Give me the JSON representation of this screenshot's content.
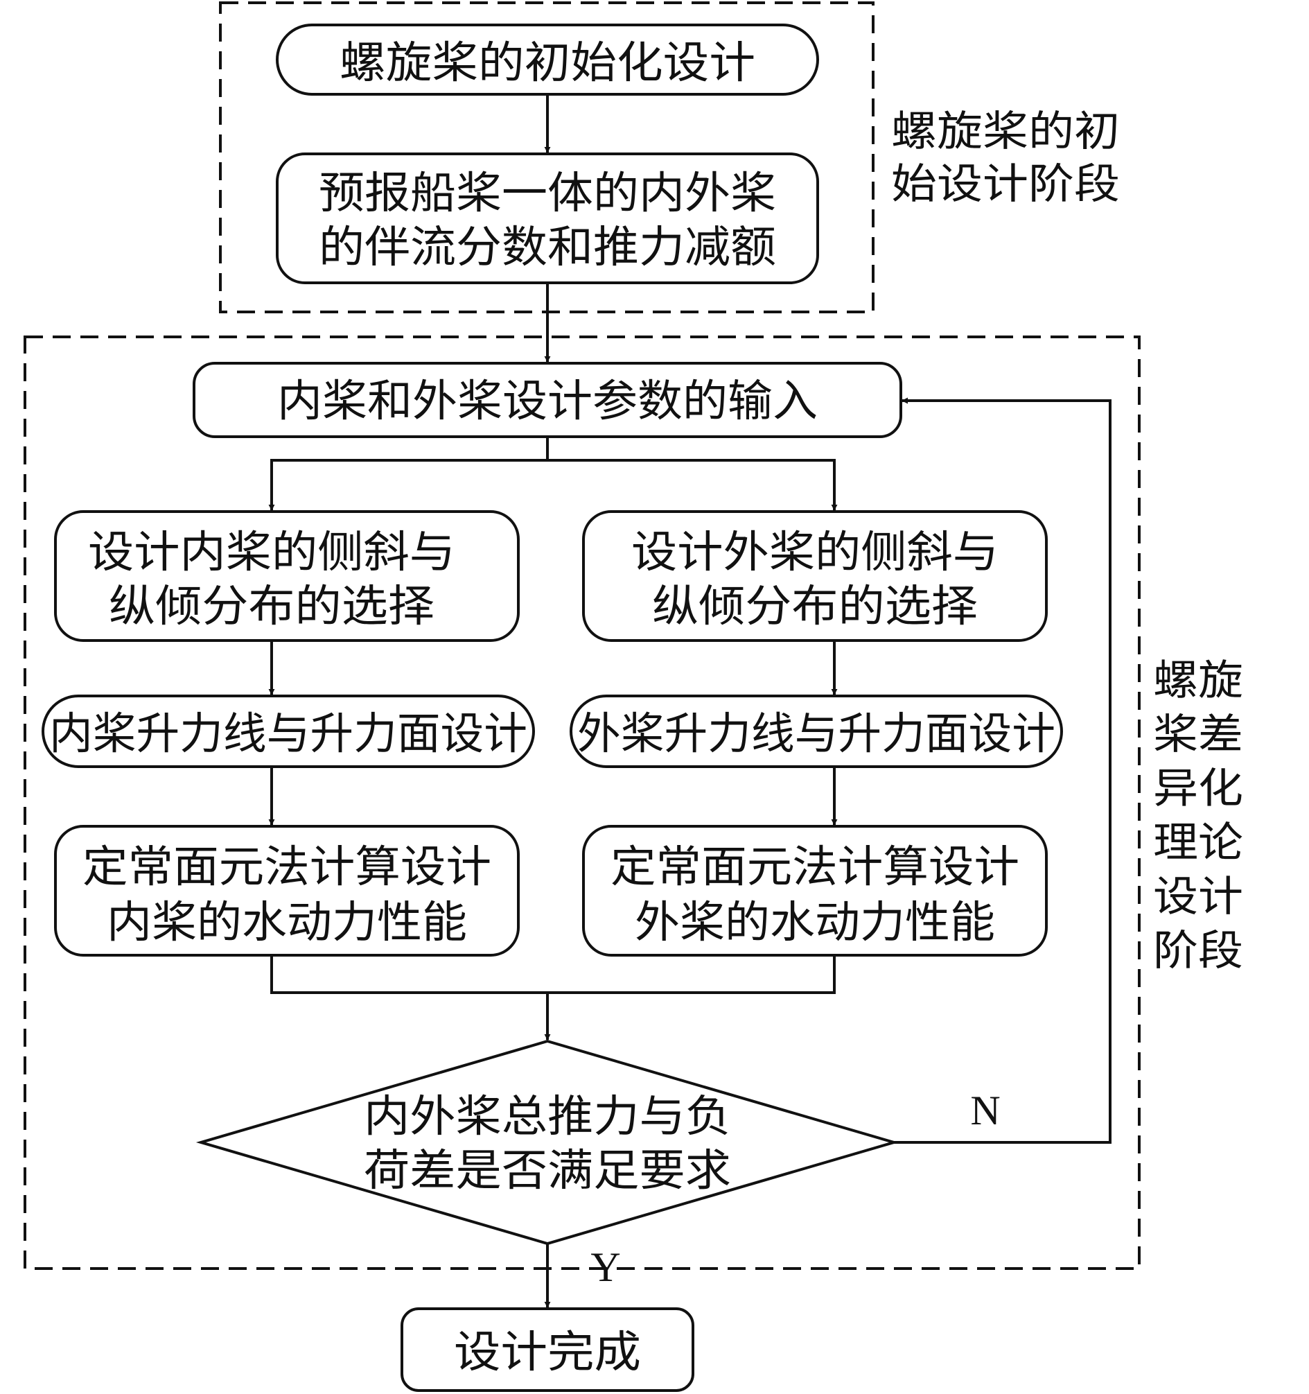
{
  "nodes": {
    "init_design": "螺旋桨的初始化设计",
    "predict_line1": "预报船桨一体的内外桨",
    "predict_line2": "的伴流分数和推力减额",
    "input_params": "内桨和外桨设计参数的输入",
    "inner_skew_line1": "设计内桨的侧斜与",
    "inner_skew_line2": "纵倾分布的选择",
    "outer_skew_line1": "设计外桨的侧斜与",
    "outer_skew_line2": "纵倾分布的选择",
    "inner_lifting": "内桨升力线与升力面设计",
    "outer_lifting": "外桨升力线与升力面设计",
    "inner_panel_line1": "定常面元法计算设计",
    "inner_panel_line2": "内桨的水动力性能",
    "outer_panel_line1": "定常面元法计算设计",
    "outer_panel_line2": "外桨的水动力性能",
    "decision_line1": "内外桨总推力与负",
    "decision_line2": "荷差是否满足要求",
    "done": "设计完成"
  },
  "edges": {
    "no_label": "N",
    "yes_label": "Y"
  },
  "stages": {
    "initial_line1": "螺旋桨的初",
    "initial_line2": "始设计阶段",
    "diff_lines": [
      "螺旋",
      "桨差",
      "异化",
      "理论",
      "设计",
      "阶段"
    ]
  }
}
